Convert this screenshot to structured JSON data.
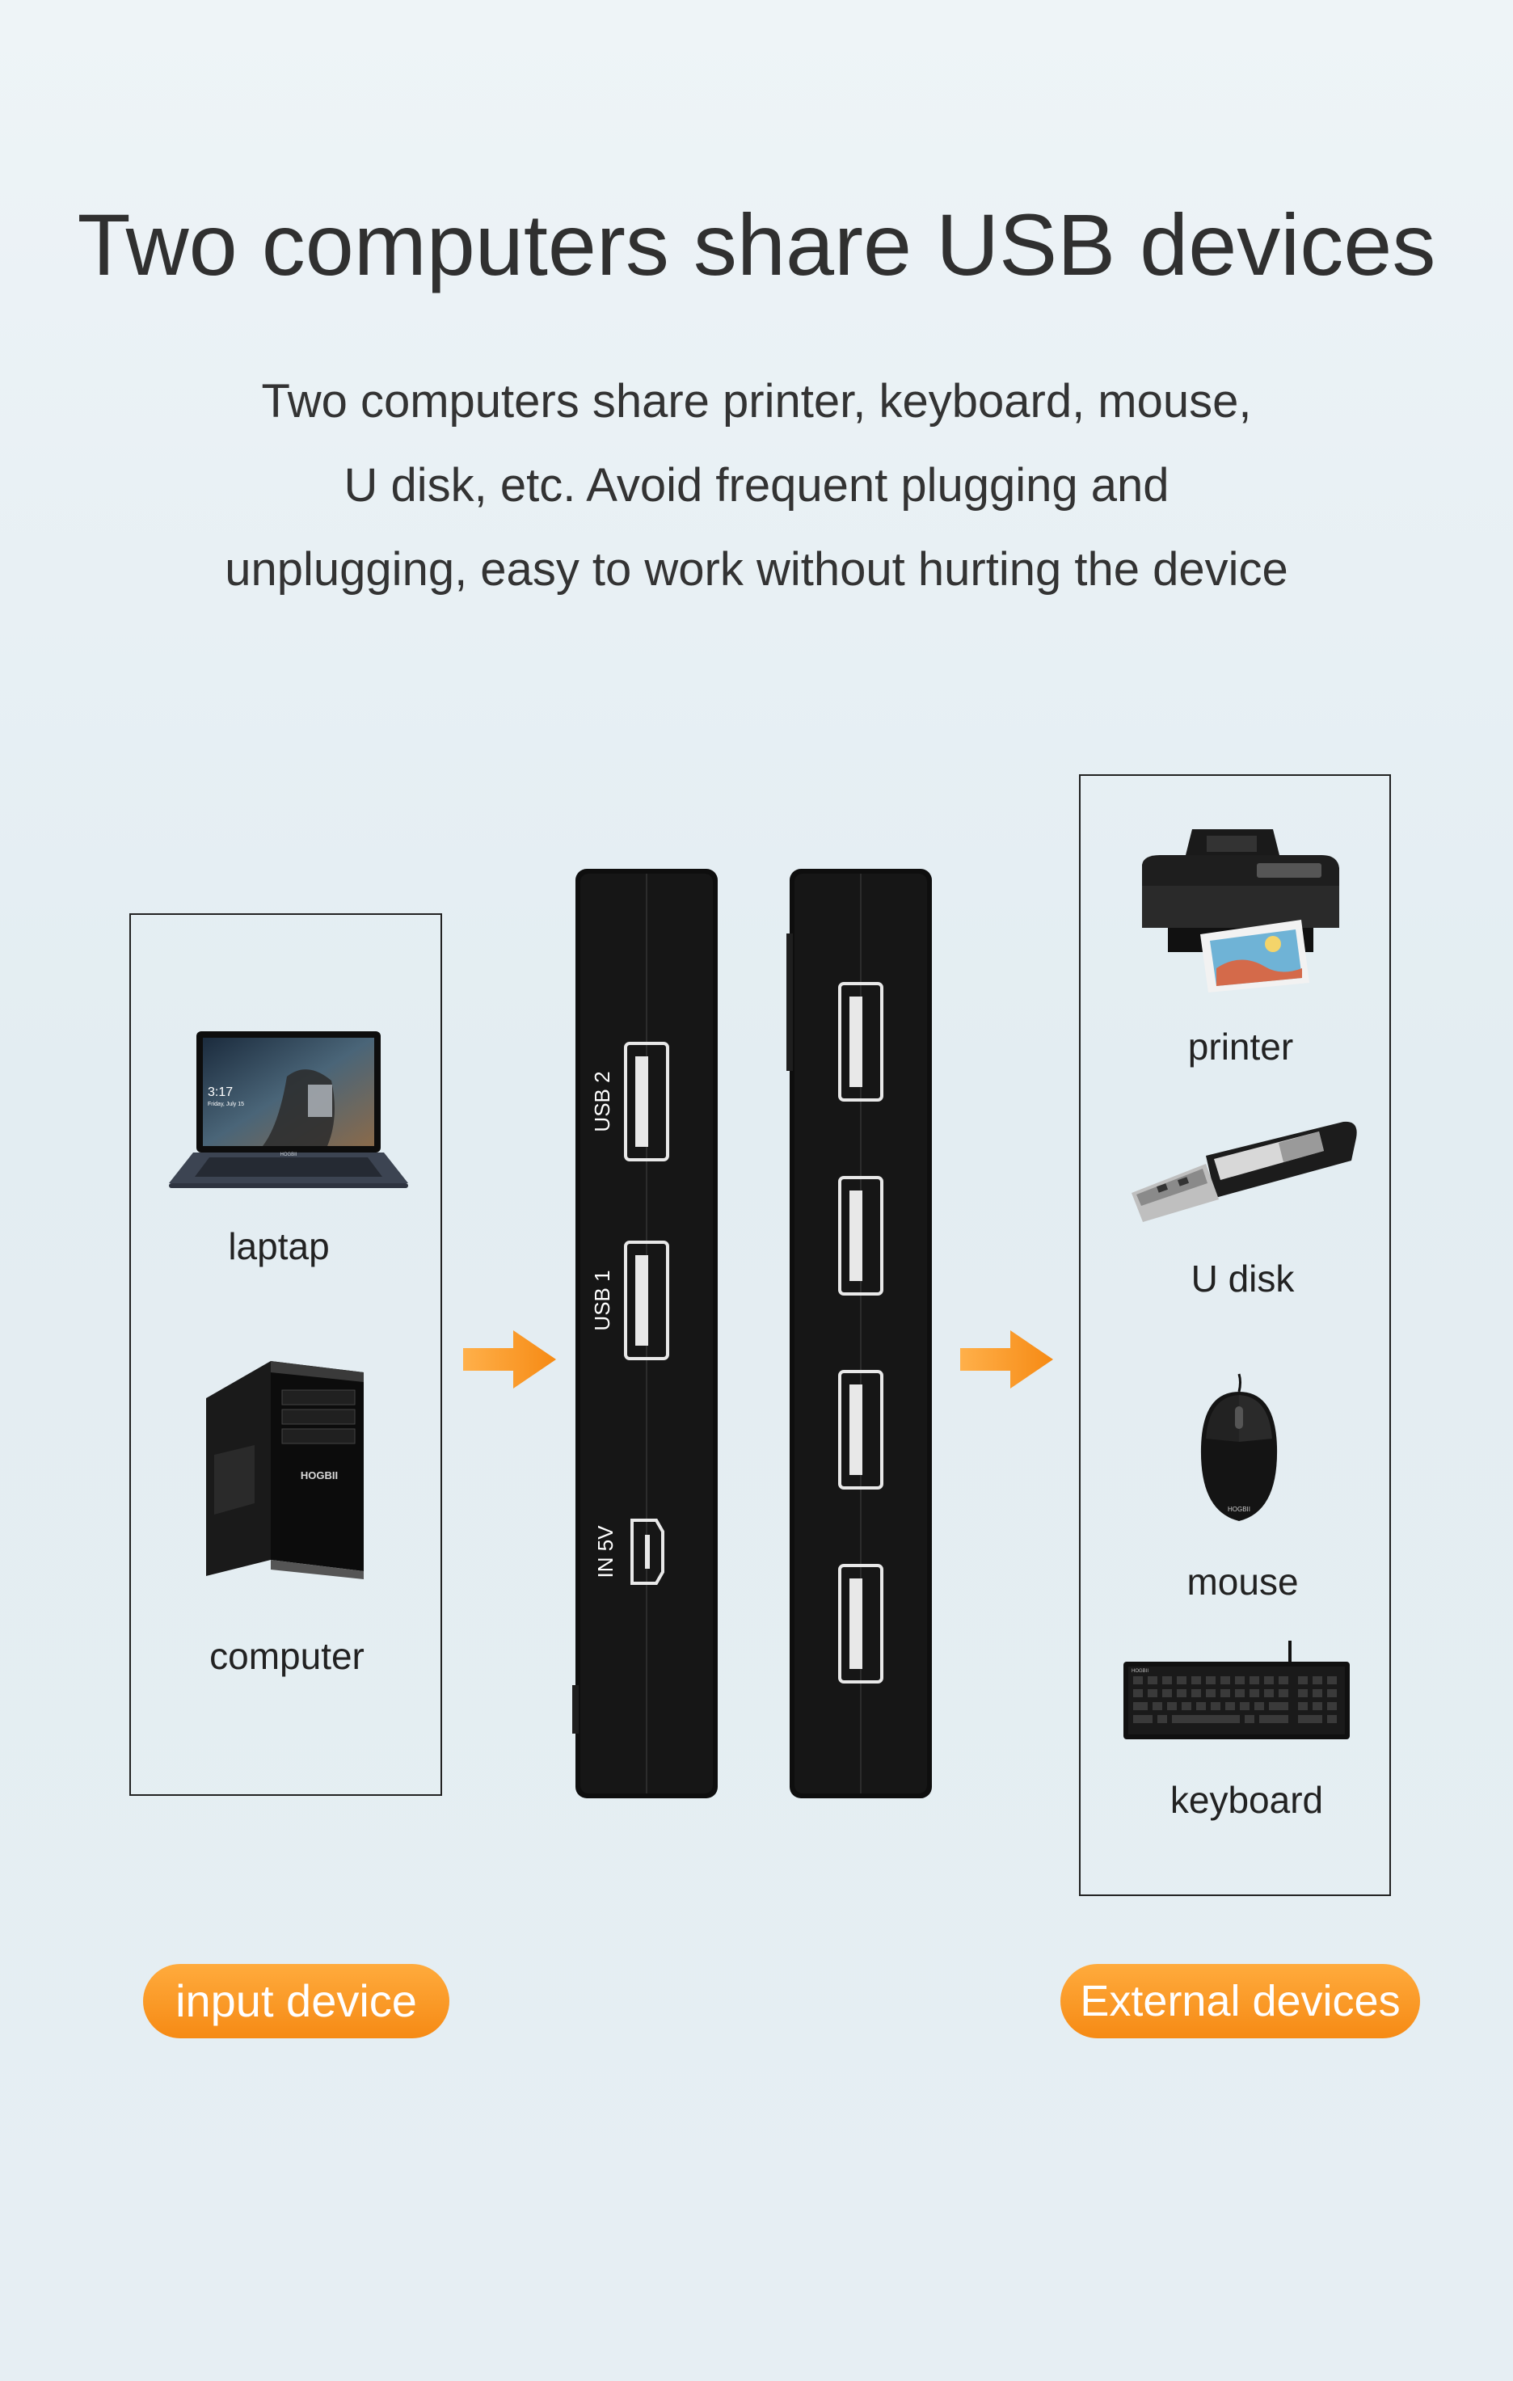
{
  "headline": "Two computers share USB devices",
  "description": {
    "line1": "Two computers share printer, keyboard, mouse,",
    "line2": "U disk, etc. Avoid frequent plugging and",
    "line3": "unplugging, easy to work without hurting the device"
  },
  "input_devices": {
    "laptop_label": "laptap",
    "computer_label": "computer",
    "laptop_screen_time": "3:17",
    "laptop_screen_date": "Friday, July 15",
    "laptop_brand": "HOGBII",
    "computer_brand": "HOGBII"
  },
  "switch_ports": {
    "usb2": "USB 2",
    "usb1": "USB 1",
    "power": "IN 5V"
  },
  "external_devices": {
    "printer_label": "printer",
    "udisk_label": "U disk",
    "mouse_label": "mouse",
    "keyboard_label": "keyboard",
    "mouse_brand": "HOGBII",
    "keyboard_brand": "HOGBII"
  },
  "badges": {
    "input": "input device",
    "external": "External devices"
  },
  "colors": {
    "accent_orange": "#f68a14",
    "device_black": "#111111",
    "background": "#e6eef3"
  },
  "icons": [
    "laptop-icon",
    "desktop-tower-icon",
    "arrow-right-icon",
    "usb-switch-icon",
    "printer-icon",
    "usb-drive-icon",
    "mouse-icon",
    "keyboard-icon"
  ]
}
